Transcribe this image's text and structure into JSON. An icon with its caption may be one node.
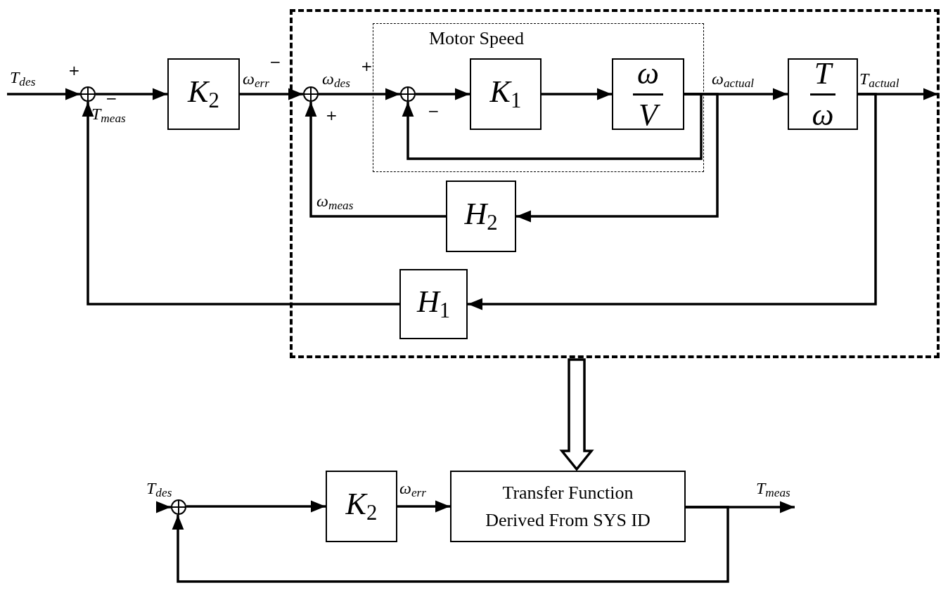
{
  "diagram": {
    "nodes": [
      {
        "text": [],
        "shape": "box"
      },
      {
        "text": [
          "Motor Speed"
        ],
        "in": 0
      },
      {
        "text": [],
        "shape": "circle"
      },
      {
        "text": [
          "K$_{2}$"
        ]
      },
      {
        "text": [],
        "shape": "circle",
        "in": 0
      },
      {
        "text": [],
        "shape": "circle",
        "in": 1
      },
      {
        "text": [
          "K$_{1}$"
        ],
        "in": 1
      },
      {
        "text": [
          "ω",
          "V"
        ],
        "in": 1
      },
      {
        "text": [
          "T",
          "ω"
        ],
        "in": 0
      },
      {
        "text": [
          "H$_{2}$"
        ],
        "in": 0
      },
      {
        "text": [
          "H$_{1}$"
        ],
        "in": 0
      },
      {
        "text": [],
        "shape": "circle"
      },
      {
        "text": [
          "K$_{2}$"
        ]
      },
      {
        "text": [
          "Transfer Function Derived From SYS ID"
        ]
      }
    ],
    "edges": [
      {
        "from": null,
        "to": 2,
        "arrow": "to",
        "label": "T$_{des}$"
      },
      {
        "from": 2,
        "to": 3,
        "arrow": "to"
      },
      {
        "from": 3,
        "to": 4,
        "arrow": "to",
        "label": "ω$_{err}$"
      },
      {
        "from": 4,
        "to": 5,
        "arrow": "to",
        "label": "ω$_{des}$"
      },
      {
        "from": 5,
        "to": 6,
        "arrow": "to"
      },
      {
        "from": 6,
        "to": 7,
        "arrow": "to"
      },
      {
        "from": 7,
        "to": 8,
        "arrow": "to",
        "label": "ω$_{actual}$"
      },
      {
        "from": 7,
        "to": 5,
        "arrow": "to"
      },
      {
        "from": 7,
        "to": 9,
        "arrow": "to"
      },
      {
        "from": 9,
        "to": 4,
        "arrow": "to",
        "label": "ω$_{meas}$"
      },
      {
        "from": 8,
        "to": null,
        "arrow": "to",
        "label": "T$_{actual}$"
      },
      {
        "from": 8,
        "to": 10,
        "arrow": "to"
      },
      {
        "from": 10,
        "to": 2,
        "arrow": "to",
        "label": "T$_{meas}$"
      },
      {
        "from": 0,
        "to": 13,
        "arrow": "to",
        "style": "thick"
      },
      {
        "from": null,
        "to": 11,
        "arrow": "to",
        "label": "T$_{des}$"
      },
      {
        "from": 11,
        "to": 12,
        "arrow": "to"
      },
      {
        "from": 12,
        "to": 13,
        "arrow": "to",
        "label": "ω$_{err}$"
      },
      {
        "from": 13,
        "to": null,
        "arrow": "to",
        "label": "T$_{meas}$"
      },
      {
        "from": 13,
        "to": 11,
        "arrow": "to"
      }
    ],
    "labels": [
      "+",
      "−",
      "−",
      "+",
      "+",
      "−"
    ]
  }
}
